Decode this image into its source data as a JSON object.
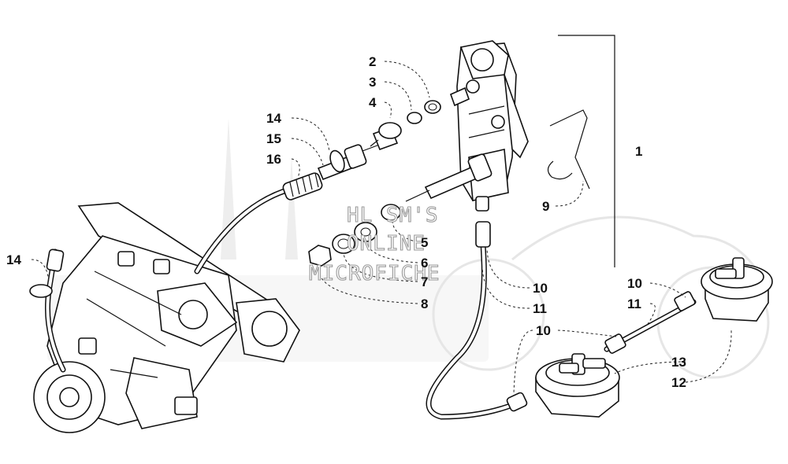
{
  "diagram": {
    "callouts": [
      {
        "id": "c1",
        "text": "1"
      },
      {
        "id": "c2",
        "text": "2"
      },
      {
        "id": "c3",
        "text": "3"
      },
      {
        "id": "c4",
        "text": "4"
      },
      {
        "id": "c5",
        "text": "5"
      },
      {
        "id": "c6",
        "text": "6"
      },
      {
        "id": "c7",
        "text": "7"
      },
      {
        "id": "c8",
        "text": "8"
      },
      {
        "id": "c9",
        "text": "9"
      },
      {
        "id": "c10a",
        "text": "10"
      },
      {
        "id": "c10b",
        "text": "10"
      },
      {
        "id": "c10c",
        "text": "10"
      },
      {
        "id": "c11a",
        "text": "11"
      },
      {
        "id": "c11b",
        "text": "11"
      },
      {
        "id": "c12",
        "text": "12"
      },
      {
        "id": "c13",
        "text": "13"
      },
      {
        "id": "c14a",
        "text": "14"
      },
      {
        "id": "c14b",
        "text": "14"
      },
      {
        "id": "c15",
        "text": "15"
      },
      {
        "id": "c16",
        "text": "16"
      }
    ],
    "watermark": {
      "line1": "HL SM'S",
      "line2": "ONLINE",
      "line3": "MICROFICHE"
    }
  }
}
